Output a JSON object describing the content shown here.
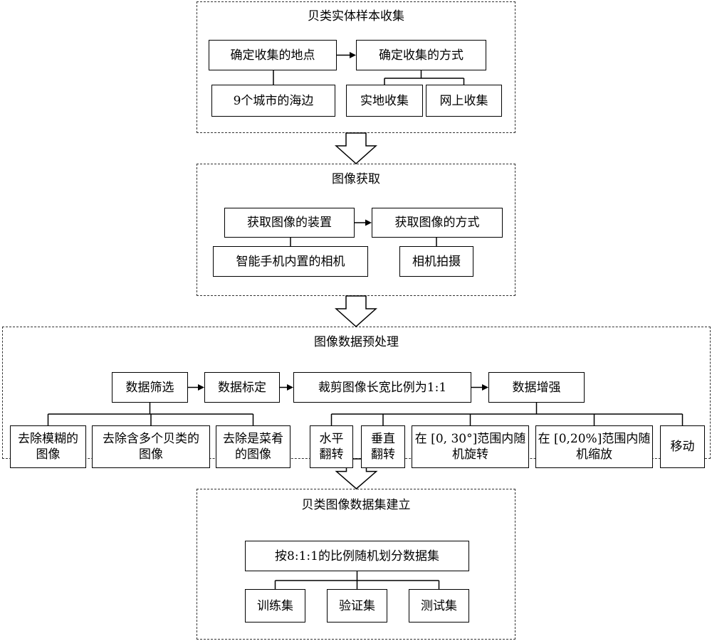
{
  "sections": [
    {
      "title": "贝类实体样本收集",
      "nodes": [
        "确定收集的地点",
        "确定收集的方式",
        "9个城市的海边",
        "实地收集",
        "网上收集"
      ]
    },
    {
      "title": "图像获取",
      "nodes": [
        "获取图像的装置",
        "获取图像的方式",
        "智能手机内置的相机",
        "相机拍摄"
      ]
    },
    {
      "title": "图像数据预处理",
      "nodes": [
        "数据筛选",
        "数据标定",
        "裁剪图像长宽比例为1:1",
        "数据增强",
        "去除模糊的\n图像",
        "去除含多个贝类的\n图像",
        "去除是菜肴\n的图像",
        "水平\n翻转",
        "垂直\n翻转",
        "在 [0, 30°]范围内随\n机旋转",
        "在 [0,20%]范围内随\n机缩放",
        "移动"
      ]
    },
    {
      "title": "贝类图像数据集建立",
      "nodes": [
        "按8:1:1的比例随机划分数据集",
        "训练集",
        "验证集",
        "测试集"
      ]
    }
  ]
}
